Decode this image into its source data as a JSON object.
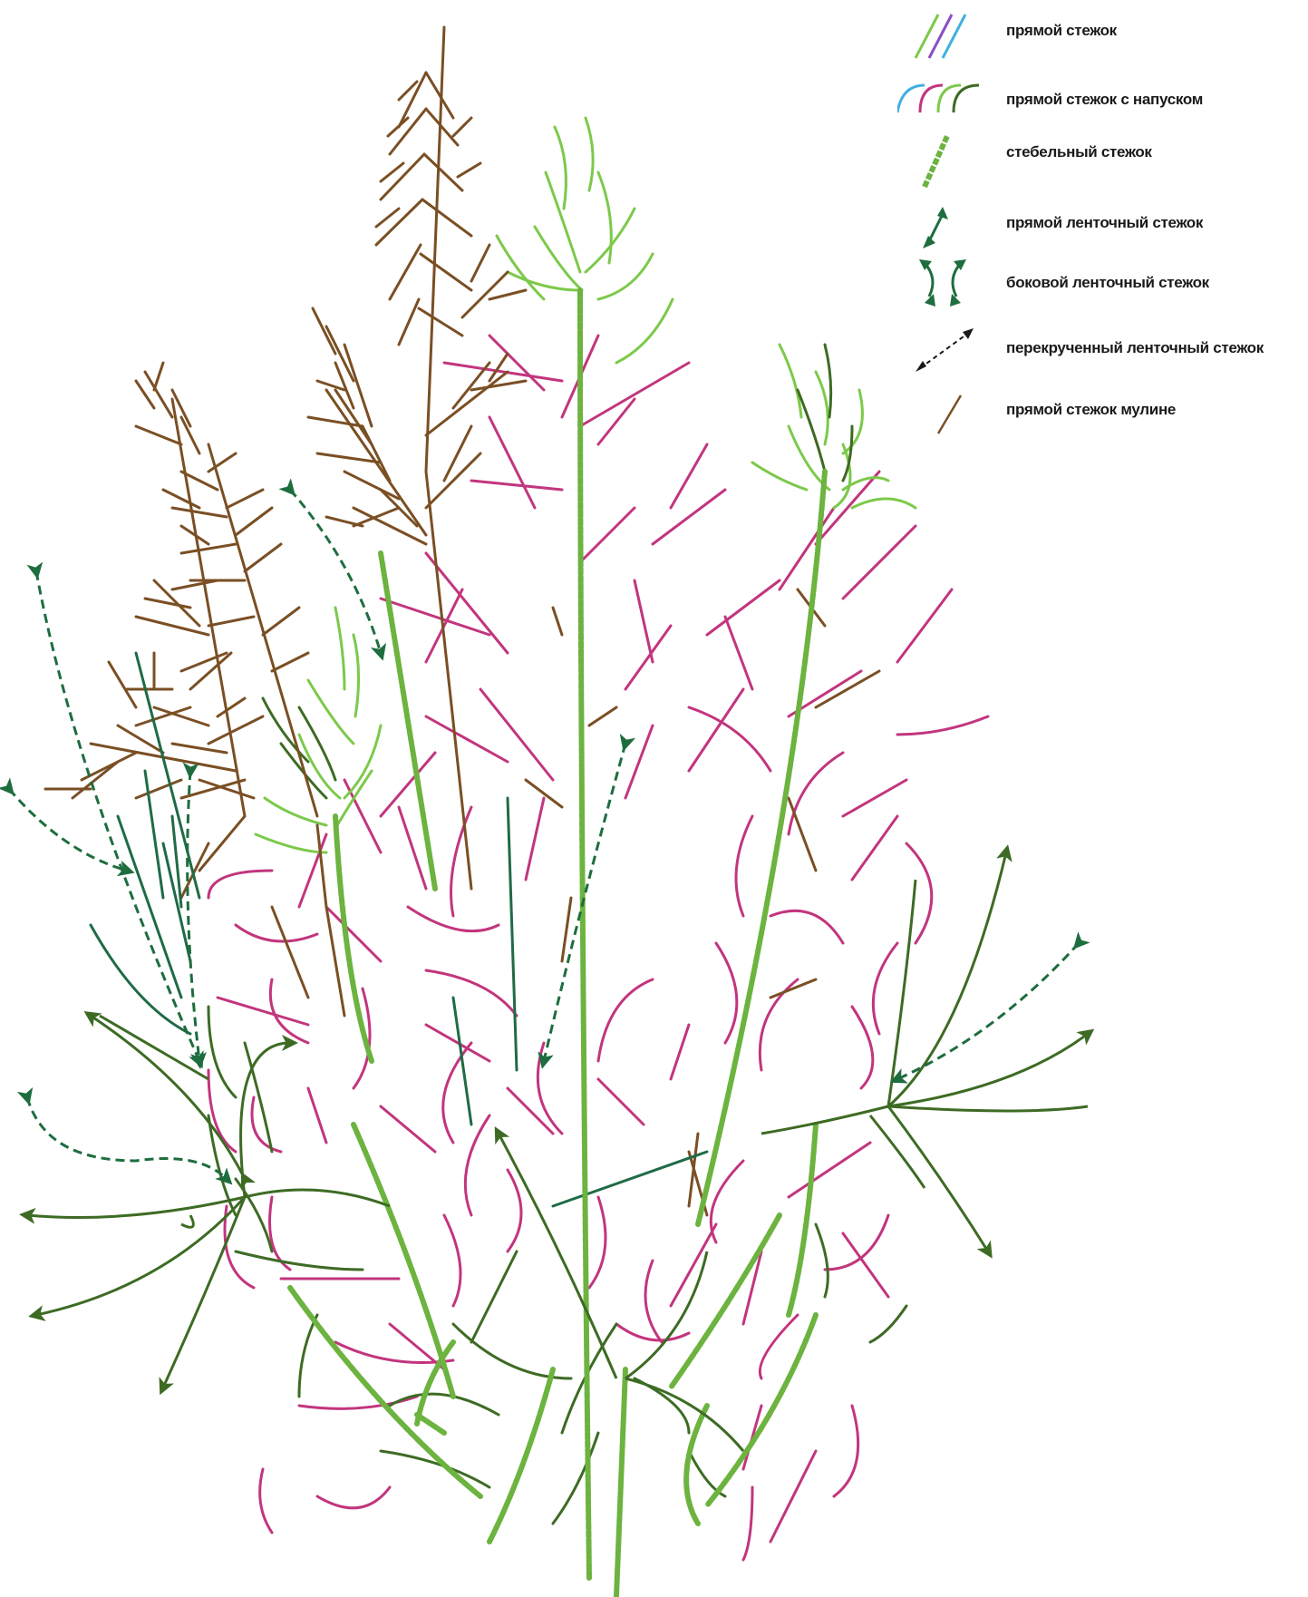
{
  "colors": {
    "brown": "#7a4f24",
    "magenta": "#c2357e",
    "light_green": "#7cc94a",
    "dark_green": "#3d6b24",
    "teal_green": "#1f6b46",
    "stem_green": "#6cb33f",
    "purple": "#8a4ec6",
    "cyan": "#3fb0e0",
    "ribbon_green": "#1e6d3e"
  },
  "legend": {
    "items": [
      {
        "id": "straight",
        "label": "прямой стежок",
        "icon": "straight-stitch-icon"
      },
      {
        "id": "overlap",
        "label": "прямой стежок с напуском",
        "icon": "overlap-stitch-icon"
      },
      {
        "id": "stem",
        "label": "стебельный стежок",
        "icon": "stem-stitch-icon"
      },
      {
        "id": "ribbon_straight",
        "label": "прямой ленточный  стежок",
        "icon": "ribbon-straight-stitch-icon"
      },
      {
        "id": "ribbon_side",
        "label": "боковой ленточный  стежок",
        "icon": "ribbon-side-stitch-icon"
      },
      {
        "id": "ribbon_twisted",
        "label": "перекрученный ленточный стежок",
        "icon": "ribbon-twisted-stitch-icon"
      },
      {
        "id": "mouline",
        "label": "прямой стежок мулине",
        "icon": "mouline-stitch-icon"
      }
    ]
  }
}
